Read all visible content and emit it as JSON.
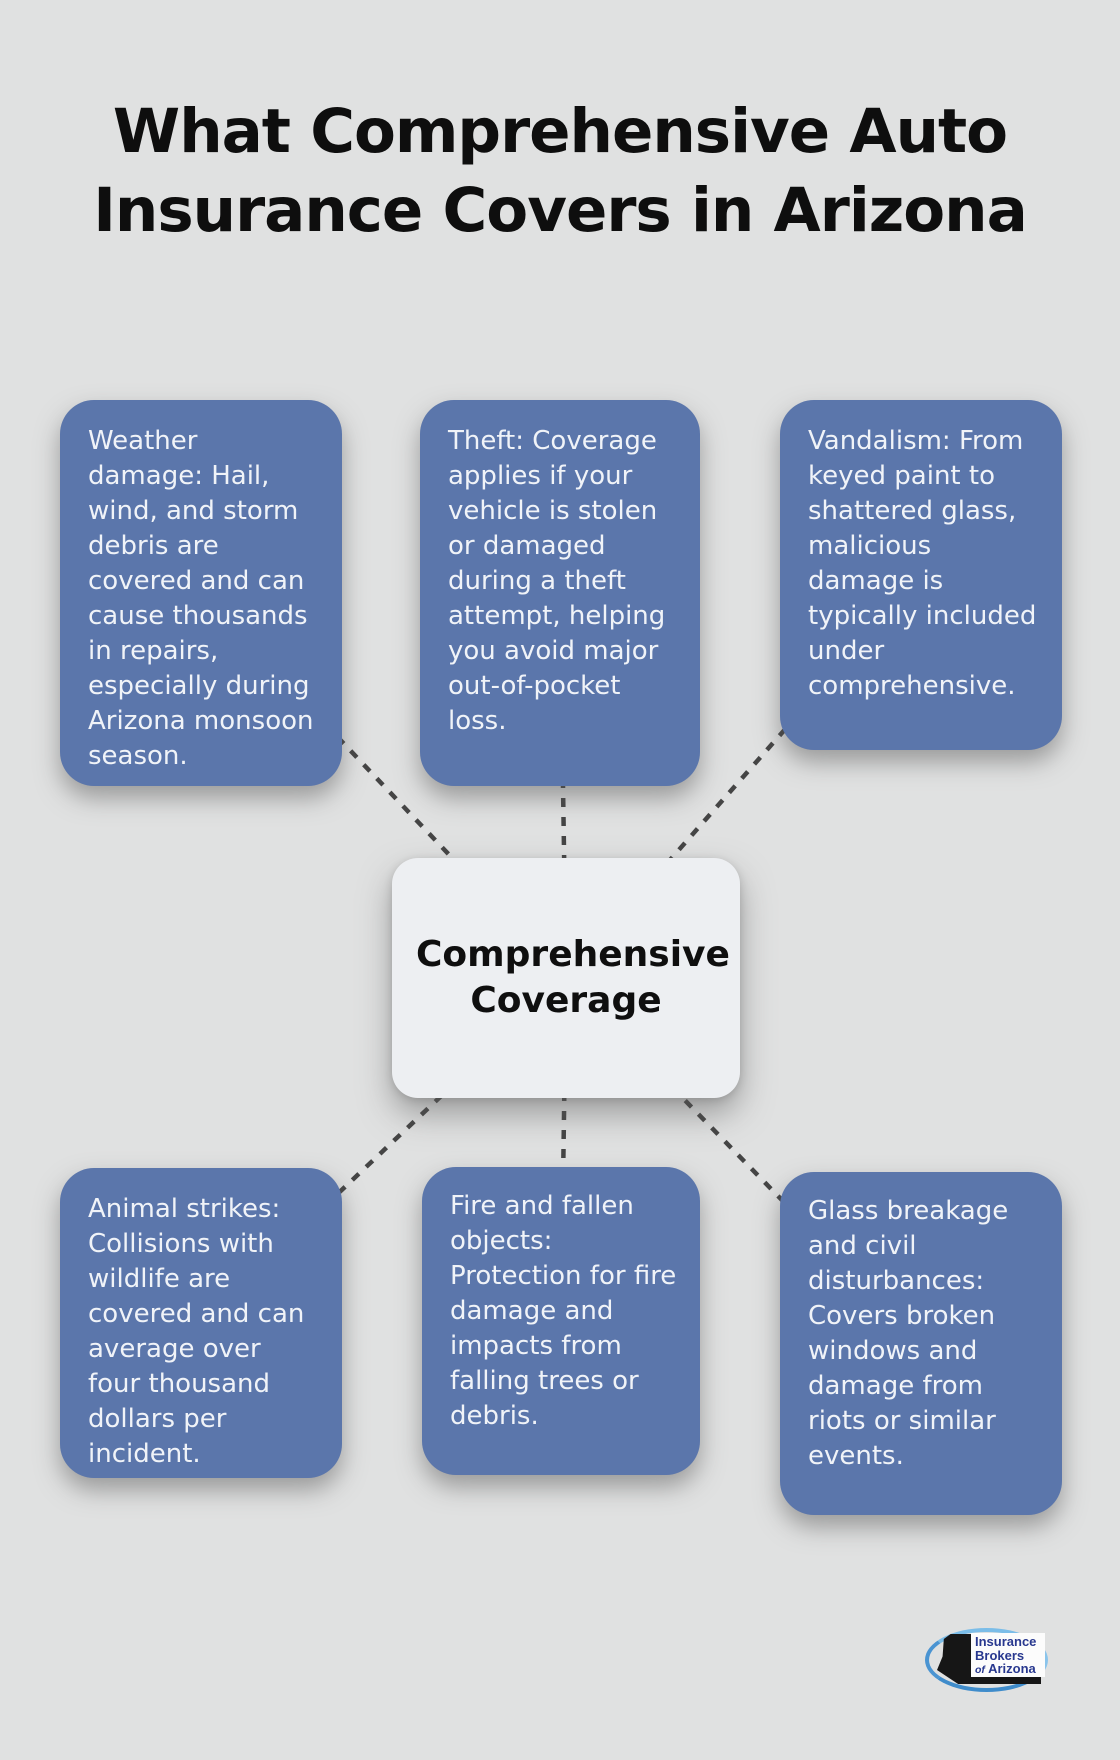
{
  "title": {
    "lines": [
      "What Comprehensive Auto",
      "Insurance Covers in Arizona"
    ]
  },
  "center_node": {
    "label": "Comprehensive Coverage"
  },
  "coverage_nodes": [
    {
      "id": "weather-damage",
      "text": "Weather damage: Hail, wind, and storm debris are covered and can cause thousands in repairs, especially during Arizona monsoon season."
    },
    {
      "id": "theft",
      "text": "Theft: Coverage applies if your vehicle is stolen or damaged during a theft attempt, helping you avoid major out-of-pocket loss."
    },
    {
      "id": "vandalism",
      "text": "Vandalism: From keyed paint to shattered glass, malicious damage is typically included under comprehensive."
    },
    {
      "id": "animal-strikes",
      "text": "Animal strikes: Collisions with wildlife are covered and can average over four thousand dollars per incident."
    },
    {
      "id": "fire-fallen-objects",
      "text": "Fire and fallen objects: Protection for fire damage and impacts from falling trees or debris."
    },
    {
      "id": "glass-civil-disturbances",
      "text": "Glass breakage and civil disturbances: Covers broken windows and damage from riots or similar events."
    }
  ],
  "logo": {
    "line1": "Insurance",
    "line2": "Brokers",
    "line3_prefix": "of",
    "line3_name": "Arizona"
  },
  "colors": {
    "background": "#e0e1e1",
    "node_blue": "#5b76ab",
    "node_text": "#f0f3f8",
    "center_bg": "#edeff2",
    "connector": "#454545",
    "title_text": "#0e0e0e",
    "logo_navy": "#28388f",
    "logo_ellipse": "#4f9bd7"
  }
}
